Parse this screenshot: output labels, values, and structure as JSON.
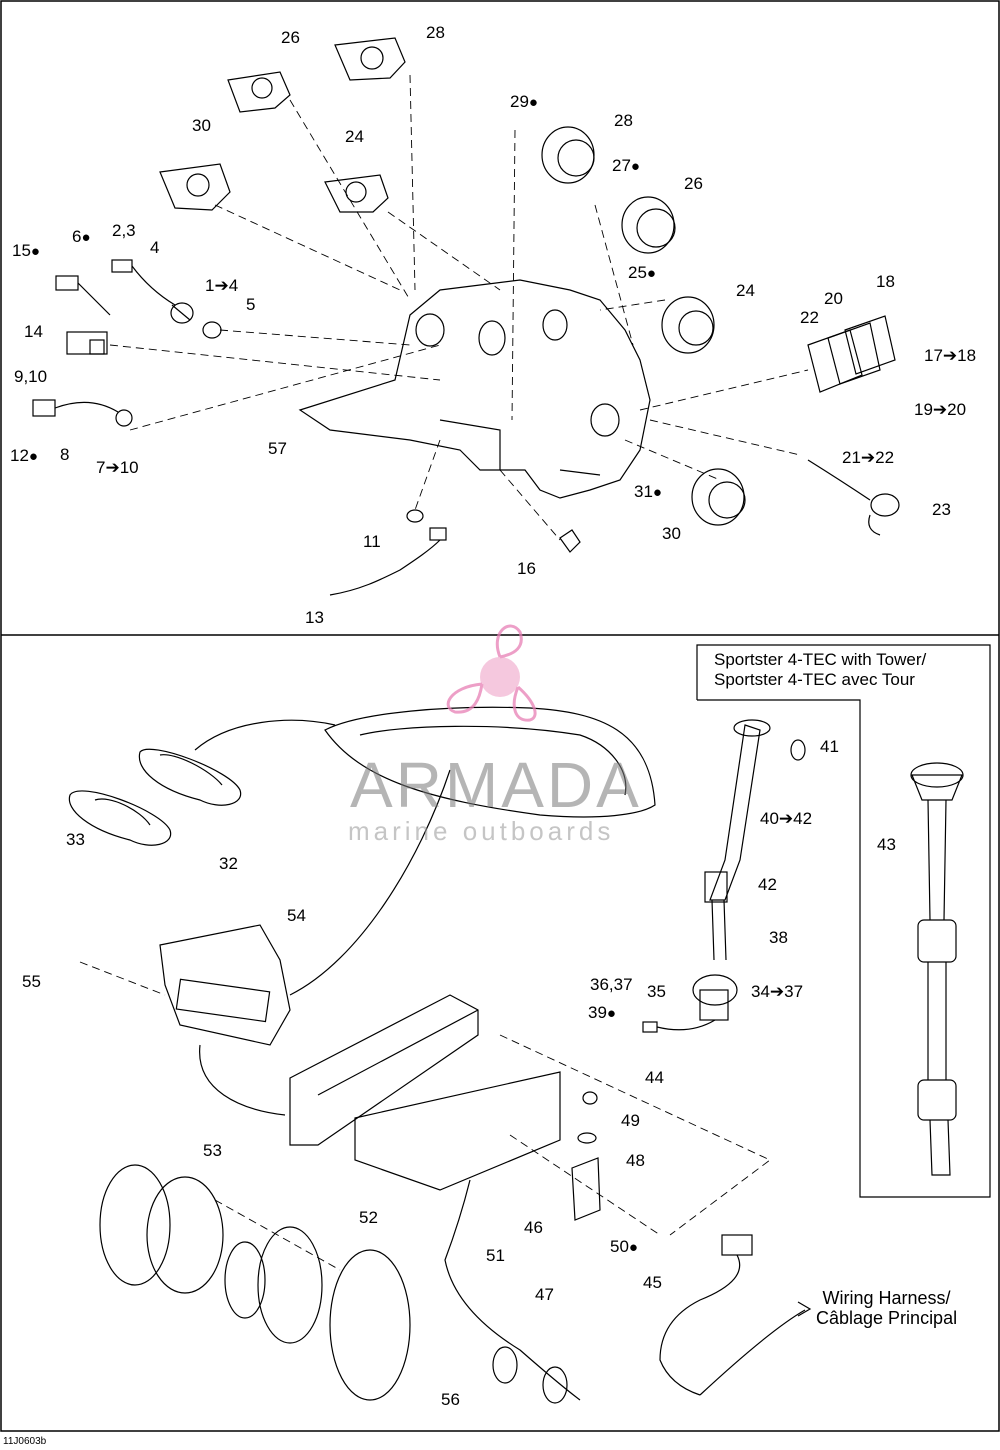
{
  "figure_code": "11J0603b",
  "watermark": {
    "word": "ARMADA",
    "sub": "marine outboards",
    "color": "#e77fb5"
  },
  "inset": {
    "title": "Sportster 4-TEC with Tower/\nSportster 4-TEC avec Tour"
  },
  "harness_label": "Wiring Harness/\nCâblage Principal",
  "drop_symbol": "●",
  "labels": [
    {
      "id": "l26a",
      "text": "26"
    },
    {
      "id": "l28a",
      "text": "28"
    },
    {
      "id": "l30a",
      "text": "30"
    },
    {
      "id": "l24a",
      "text": "24"
    },
    {
      "id": "l29",
      "text": "29"
    },
    {
      "id": "l28b",
      "text": "28"
    },
    {
      "id": "l27",
      "text": "27"
    },
    {
      "id": "l26b",
      "text": "26"
    },
    {
      "id": "l25",
      "text": "25"
    },
    {
      "id": "l24b",
      "text": "24"
    },
    {
      "id": "l15",
      "text": "15"
    },
    {
      "id": "l6",
      "text": "6"
    },
    {
      "id": "l23c",
      "text": "2,3"
    },
    {
      "id": "l4",
      "text": "4"
    },
    {
      "id": "l1to4",
      "text": "1➔4"
    },
    {
      "id": "l5",
      "text": "5"
    },
    {
      "id": "l14",
      "text": "14"
    },
    {
      "id": "l910",
      "text": "9,10"
    },
    {
      "id": "l12",
      "text": "12"
    },
    {
      "id": "l8",
      "text": "8"
    },
    {
      "id": "l7to10",
      "text": "7➔10"
    },
    {
      "id": "l57",
      "text": "57"
    },
    {
      "id": "l22",
      "text": "22"
    },
    {
      "id": "l20",
      "text": "20"
    },
    {
      "id": "l18",
      "text": "18"
    },
    {
      "id": "l17to18",
      "text": "17➔18"
    },
    {
      "id": "l19to20",
      "text": "19➔20"
    },
    {
      "id": "l21to22",
      "text": "21➔22"
    },
    {
      "id": "l23",
      "text": "23"
    },
    {
      "id": "l31",
      "text": "31"
    },
    {
      "id": "l30b",
      "text": "30"
    },
    {
      "id": "l11",
      "text": "11"
    },
    {
      "id": "l16",
      "text": "16"
    },
    {
      "id": "l13",
      "text": "13"
    },
    {
      "id": "l41",
      "text": "41"
    },
    {
      "id": "l40to42",
      "text": "40➔42"
    },
    {
      "id": "l42",
      "text": "42"
    },
    {
      "id": "l43",
      "text": "43"
    },
    {
      "id": "l38",
      "text": "38"
    },
    {
      "id": "l3637",
      "text": "36,37"
    },
    {
      "id": "l35",
      "text": "35"
    },
    {
      "id": "l39",
      "text": "39"
    },
    {
      "id": "l34to37",
      "text": "34➔37"
    },
    {
      "id": "l33",
      "text": "33"
    },
    {
      "id": "l32",
      "text": "32"
    },
    {
      "id": "l54",
      "text": "54"
    },
    {
      "id": "l55",
      "text": "55"
    },
    {
      "id": "l44",
      "text": "44"
    },
    {
      "id": "l49",
      "text": "49"
    },
    {
      "id": "l48",
      "text": "48"
    },
    {
      "id": "l53",
      "text": "53"
    },
    {
      "id": "l52",
      "text": "52"
    },
    {
      "id": "l51",
      "text": "51"
    },
    {
      "id": "l46",
      "text": "46"
    },
    {
      "id": "l50",
      "text": "50"
    },
    {
      "id": "l47",
      "text": "47"
    },
    {
      "id": "l45",
      "text": "45"
    },
    {
      "id": "l56",
      "text": "56"
    }
  ]
}
